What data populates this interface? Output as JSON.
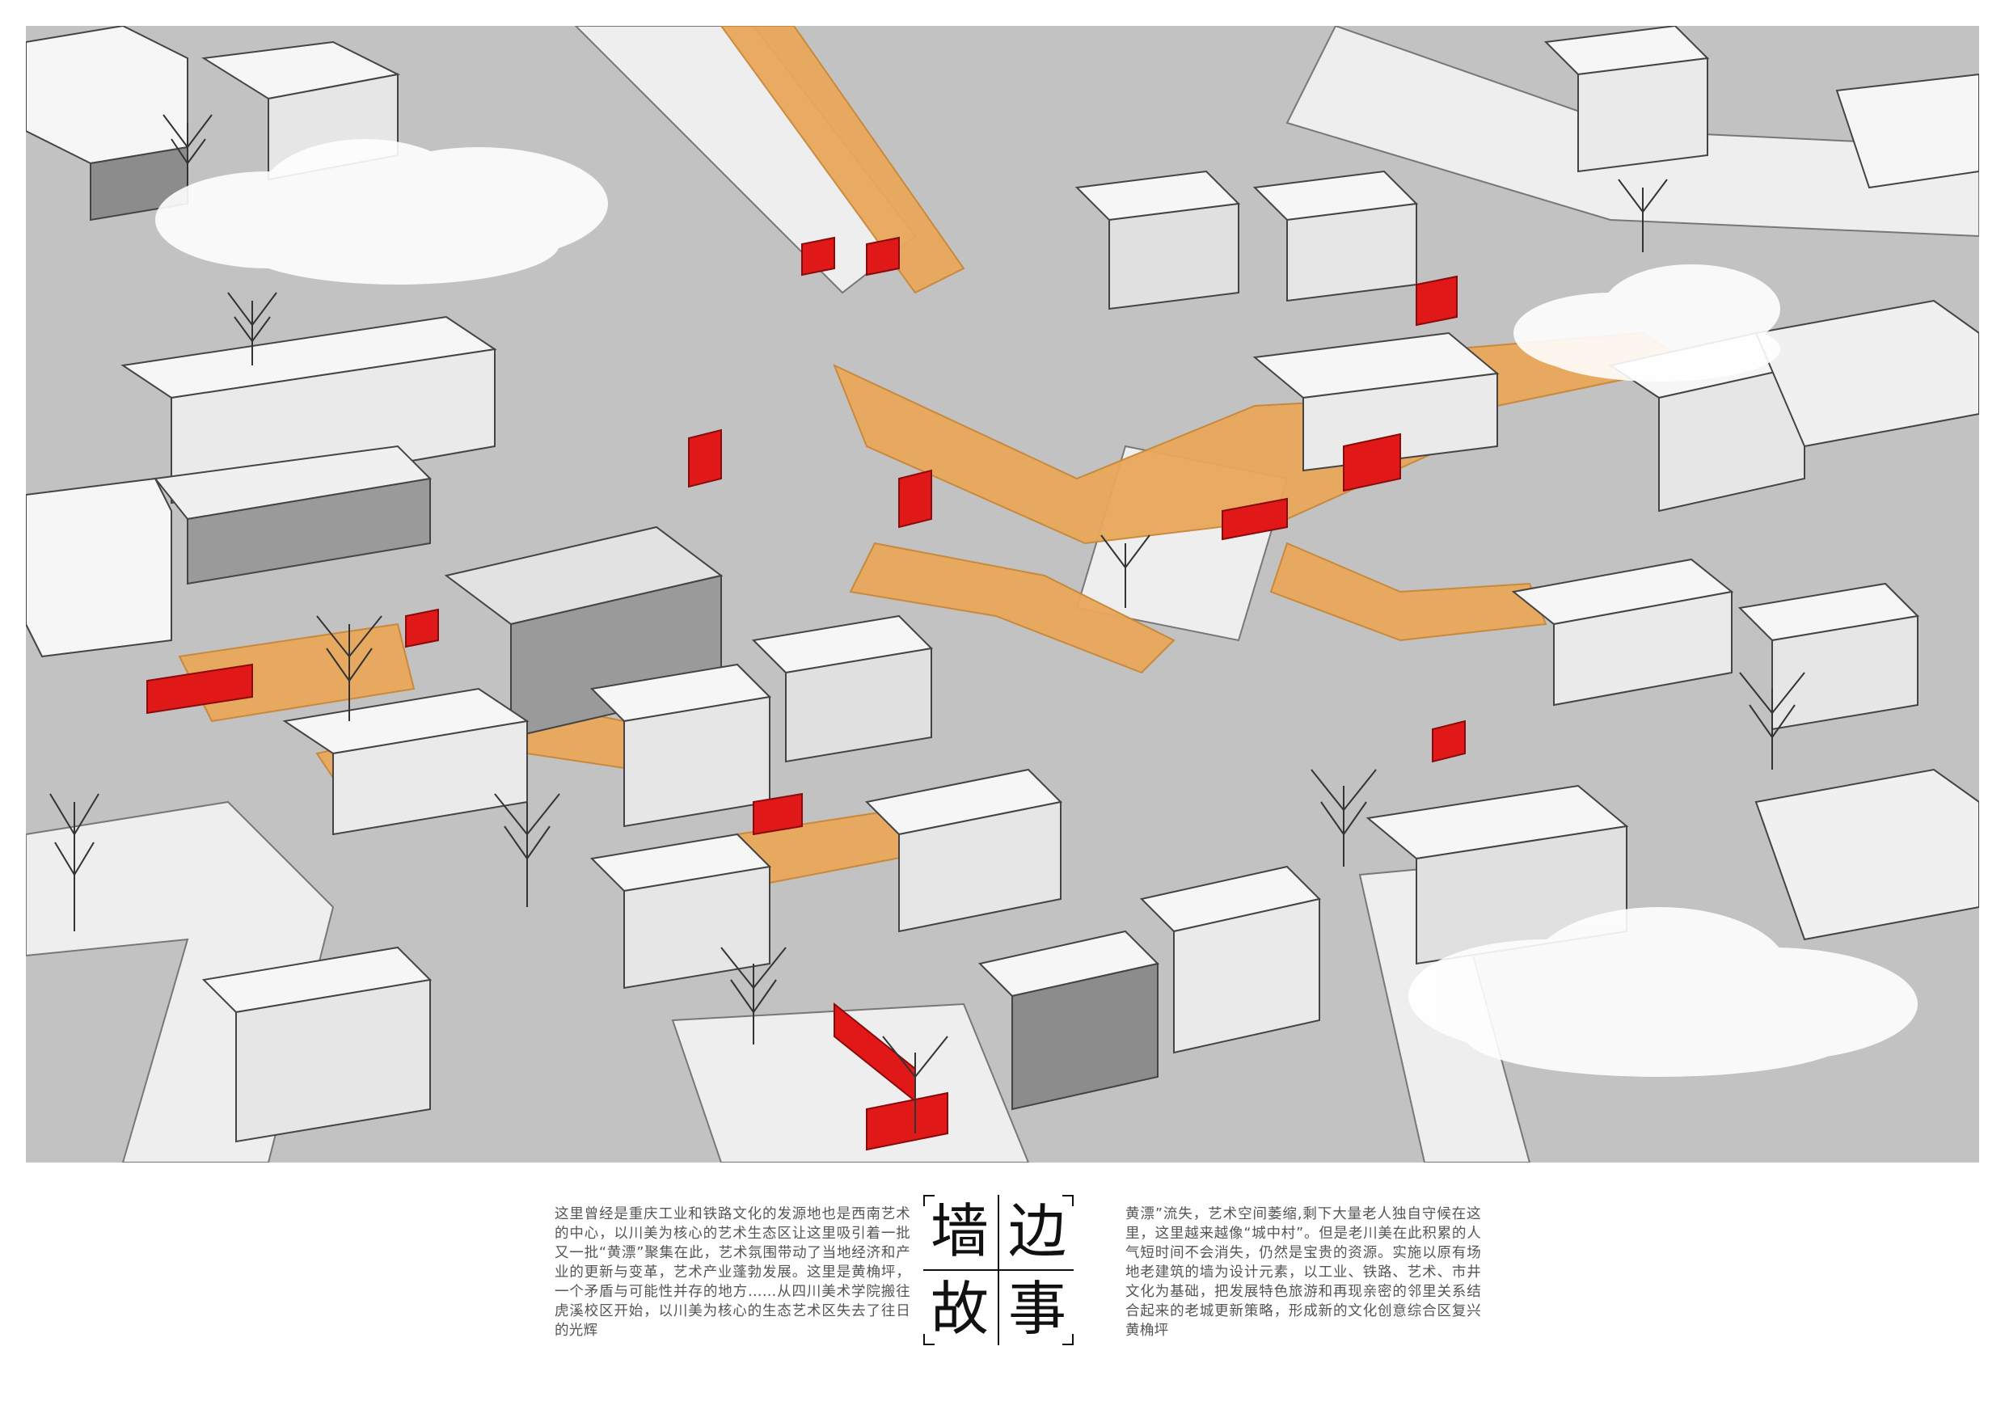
{
  "title": {
    "chars": [
      "墙",
      "边",
      "故",
      "事"
    ]
  },
  "text": {
    "left": "这里曾经是重庆工业和铁路文化的发源地也是西南艺术的中心，以川美为核心的艺术生态区让这里吸引着一批又一批“黄漂”聚集在此，艺术氛围带动了当地经济和产业的更新与变革，艺术产业蓬勃发展。这里是黄桷坪，一个矛盾与可能性并存的地方……从四川美术学院搬往虎溪校区开始，以川美为核心的生态艺术区失去了往日的光辉",
    "right": "黄漂”流失，艺术空间萎缩,剩下大量老人独自守候在这里，这里越来越像“城中村”。但是老川美在此积累的人气短时间不会消失，仍然是宝贵的资源。实施以原有场地老建筑的墙为设计元素，以工业、铁路、艺术、市井文化为基础，把发展特色旅游和再现亲密的邻里关系结合起来的老城更新策略，形成新的文化创意综合区复兴黄桷坪"
  },
  "colors": {
    "ground": "#bdbdbd",
    "street": "#f0f0f0",
    "roof": "#f7f7f7",
    "wall": "#8c8c8c",
    "path": "#e8a85a",
    "wall_red": "#e01818",
    "text": "#555555"
  }
}
